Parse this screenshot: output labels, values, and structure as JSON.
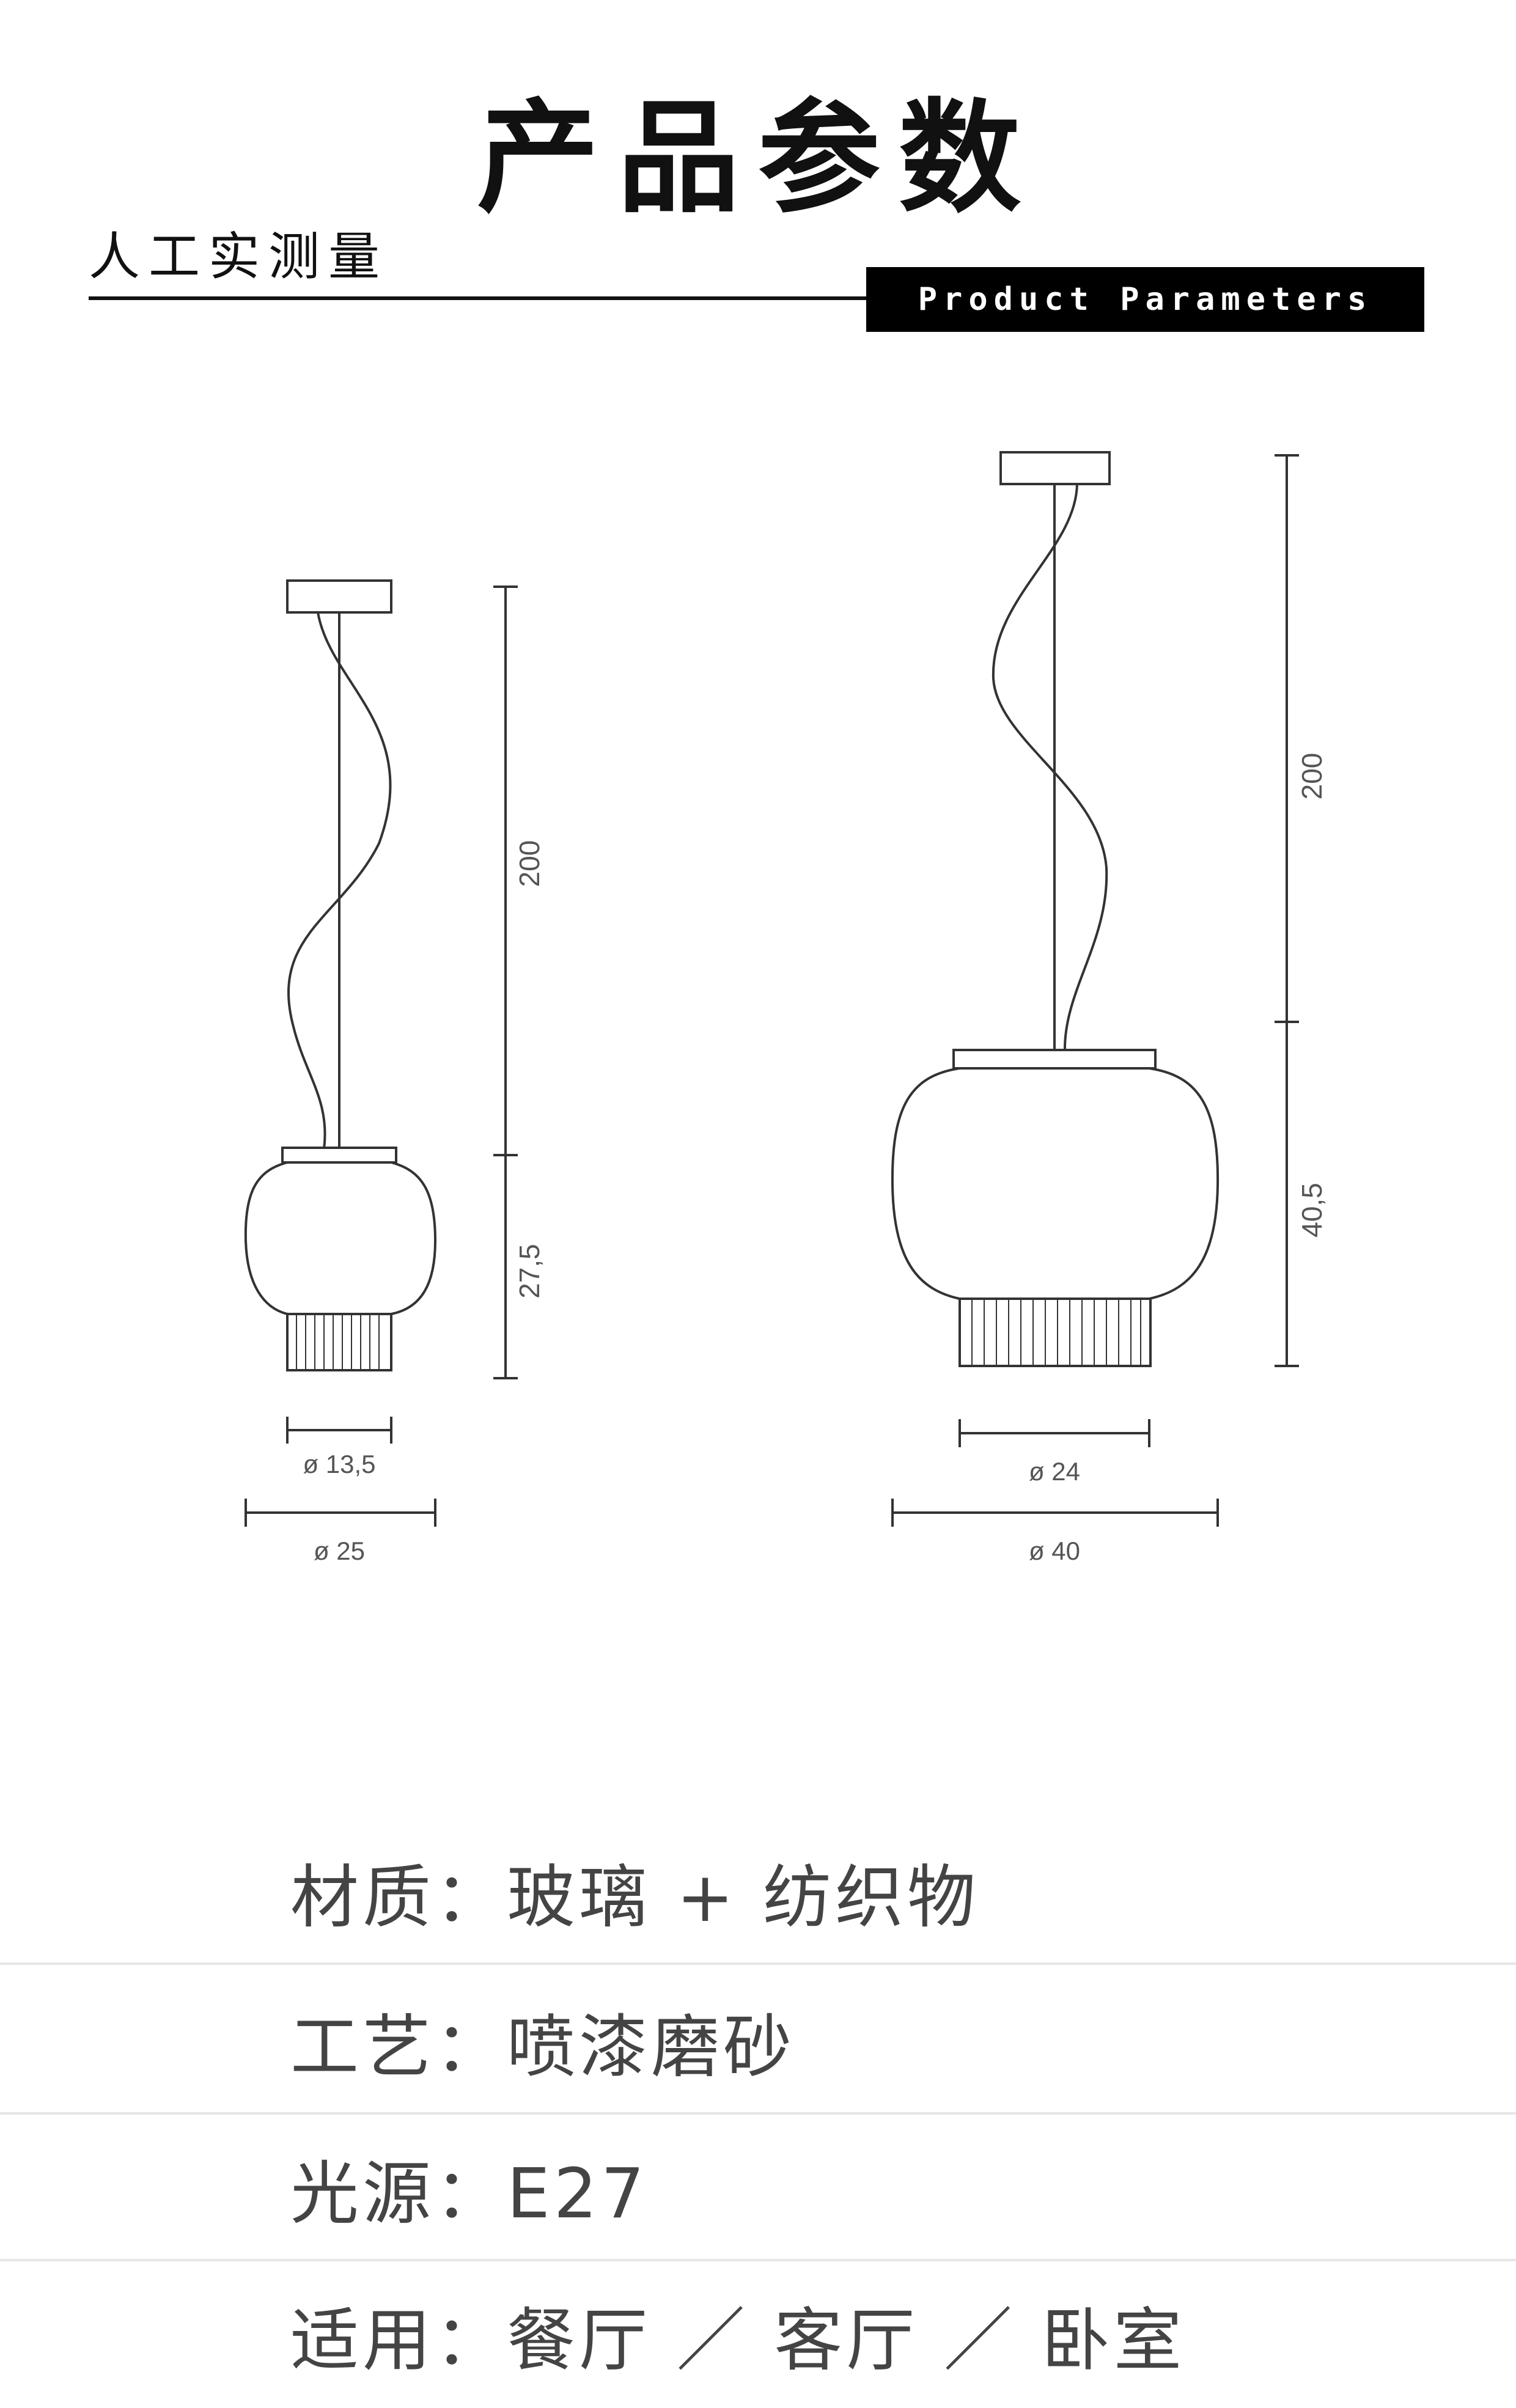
{
  "header": {
    "title": "产品参数",
    "subtitle": "人工实测量",
    "english_label": "Product Parameters"
  },
  "drawings": {
    "small_lamp": {
      "cable_length": "200",
      "height": "27,5",
      "inner_diameter": "ø 13,5",
      "outer_diameter": "ø 25"
    },
    "large_lamp": {
      "cable_length": "200",
      "height": "40,5",
      "inner_diameter": "ø 24",
      "outer_diameter": "ø 40"
    }
  },
  "specs": [
    {
      "text": "材质：玻璃 + 纺织物"
    },
    {
      "text": "工艺：喷漆磨砂"
    },
    {
      "text": "光源：E27"
    },
    {
      "text": "适用：餐厅 ／ 客厅 ／ 卧室"
    }
  ],
  "colors": {
    "line": "#333333",
    "dimension_text": "#555555",
    "divider": "#e6e6e6",
    "bar": "#000000"
  }
}
